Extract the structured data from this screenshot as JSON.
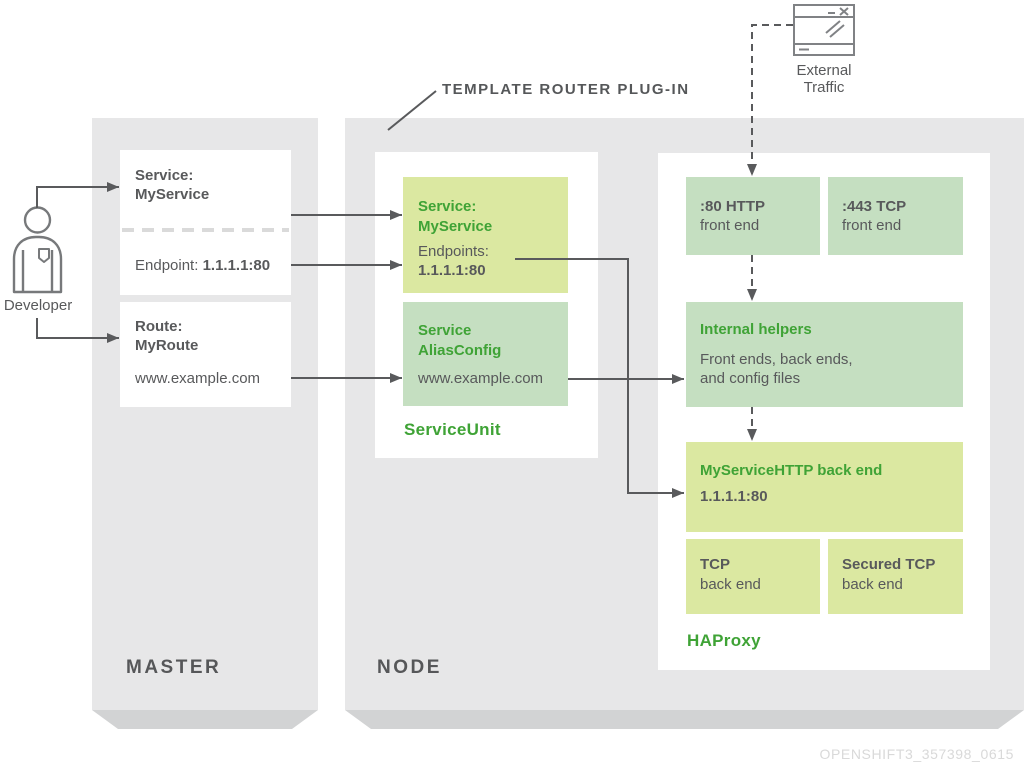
{
  "colors": {
    "panel_gray": "#e7e7e8",
    "panel_bevel_gray": "#d2d3d4",
    "box_white": "#ffffff",
    "light_green_box": "#dbe8a1",
    "sage_green_box": "#c5dfc1",
    "green_text": "#3fa336",
    "dark_text": "#58595b",
    "line_gray": "#595a5c",
    "divider_gray": "#dadada",
    "watermark_gray": "#d9d9d9"
  },
  "annotations": {
    "template_router_label": "TEMPLATE ROUTER PLUG-IN",
    "external_traffic_line1": "External",
    "external_traffic_line2": "Traffic",
    "developer_label": "Developer",
    "watermark": "OPENSHIFT3_357398_0615"
  },
  "master_panel": {
    "label": "MASTER",
    "service_box": {
      "title_line1": "Service:",
      "title_line2": "MyService",
      "endpoint_label": "Endpoint: ",
      "endpoint_value": "1.1.1.1:80"
    },
    "route_box": {
      "title_line1": "Route:",
      "title_line2": "MyRoute",
      "url": "www.example.com"
    }
  },
  "node_panel": {
    "label": "NODE",
    "service_unit": {
      "label": "ServiceUnit",
      "service_box": {
        "title_line1": "Service:",
        "title_line2": "MyService",
        "endpoints_label": "Endpoints:",
        "endpoints_value": "1.1.1.1:80"
      },
      "alias_box": {
        "title_line1": "Service",
        "title_line2": "AliasConfig",
        "url": "www.example.com"
      }
    },
    "haproxy": {
      "label": "HAProxy",
      "http_frontend": {
        "title": ":80 HTTP",
        "subtitle": "front end"
      },
      "tcp_frontend": {
        "title": ":443 TCP",
        "subtitle": "front end"
      },
      "internal_helpers": {
        "title": "Internal helpers",
        "desc_line1": "Front ends, back ends,",
        "desc_line2": "and config files"
      },
      "service_backend": {
        "title": "MyServiceHTTP back end",
        "value": "1.1.1.1:80"
      },
      "tcp_backend": {
        "title": "TCP",
        "subtitle": "back end"
      },
      "secured_tcp_backend": {
        "title": "Secured TCP",
        "subtitle": "back end"
      }
    }
  }
}
